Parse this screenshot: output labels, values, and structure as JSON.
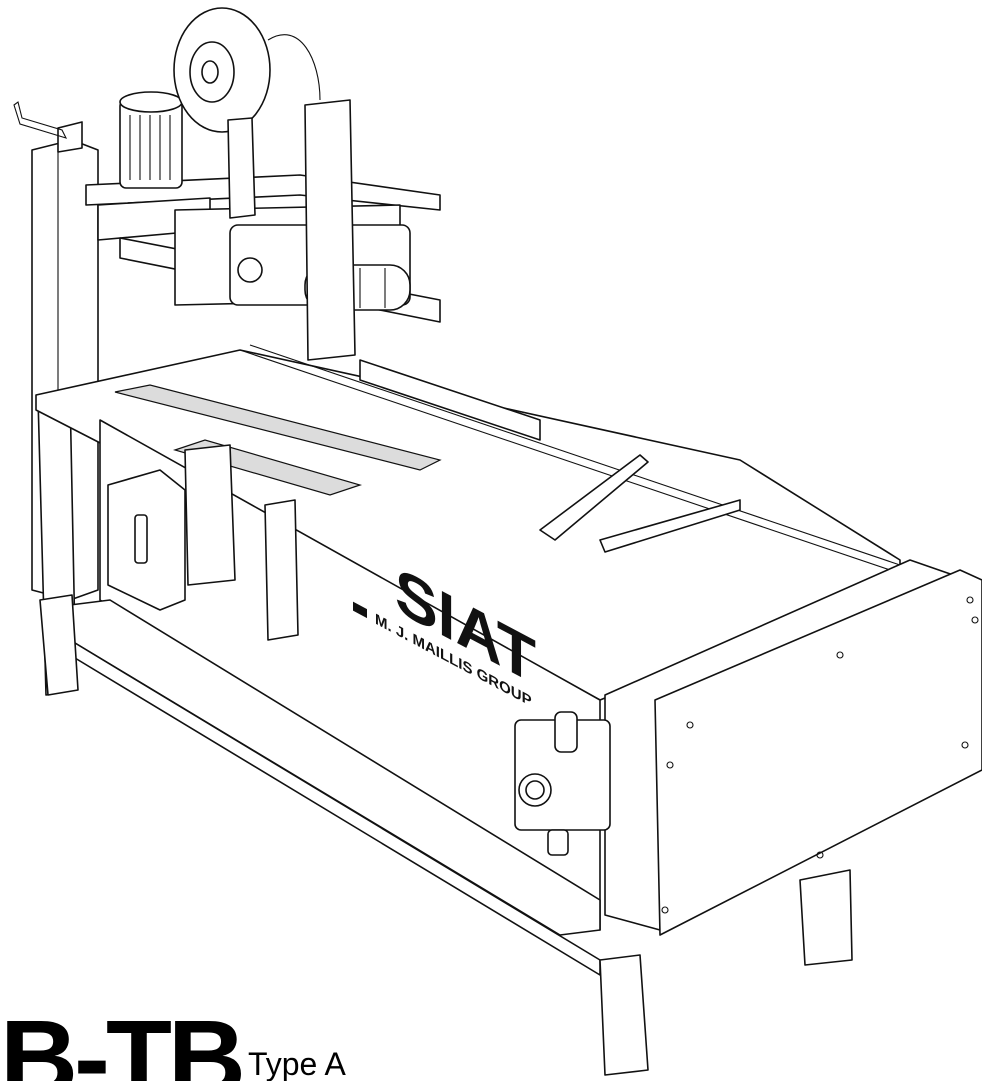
{
  "brand": {
    "logo_text": "SIAT",
    "logo_subtext": "M. J. MAILLIS GROUP"
  },
  "model": {
    "name": "B-TB",
    "type": "Type A"
  },
  "icons": [
    "case-sealer-machine-illustration",
    "siat-logo"
  ]
}
